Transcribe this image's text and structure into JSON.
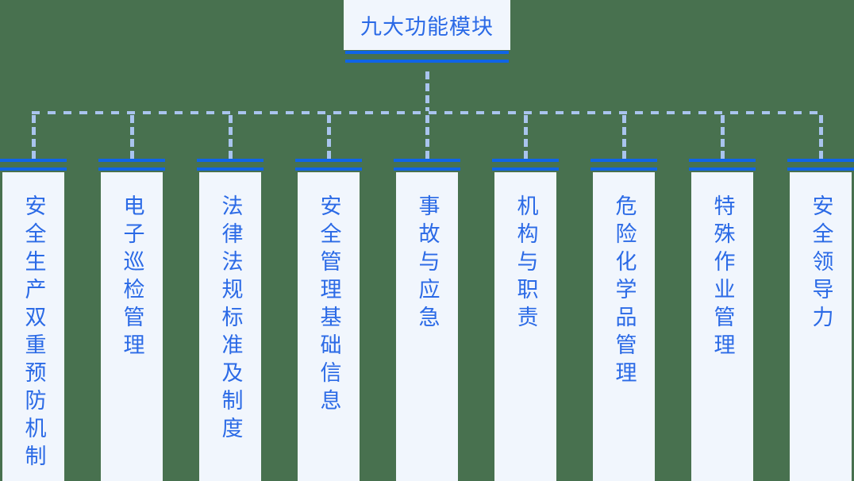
{
  "diagram": {
    "root": {
      "title": "九大功能模块"
    },
    "modules": [
      {
        "label": "安全生产双重预防机制"
      },
      {
        "label": "电子巡检管理"
      },
      {
        "label": "法律法规标准及制度"
      },
      {
        "label": "安全管理基础信息"
      },
      {
        "label": "事故与应急"
      },
      {
        "label": "机构与职责"
      },
      {
        "label": "危险化学品管理"
      },
      {
        "label": "特殊作业管理"
      },
      {
        "label": "安全领导力"
      }
    ]
  },
  "colors": {
    "background": "#48714f",
    "accent_bar": "#0f64e6",
    "label_text": "#2b6ae6",
    "dashed_connector": "#a9c4ee",
    "panel_fill": "#f1f6fd"
  }
}
